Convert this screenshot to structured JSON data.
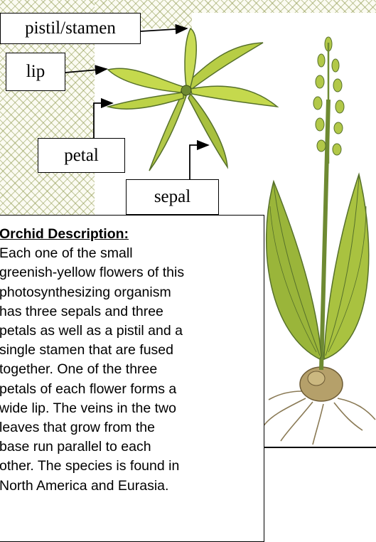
{
  "labels": {
    "pistil_stamen": "pistil/stamen",
    "lip": "lip",
    "petal": "petal",
    "sepal": "sepal"
  },
  "description": {
    "title": "Orchid Description:",
    "lines": [
      "Each one of the small",
      "greenish-yellow flowers of this",
      "photosynthesizing organism",
      "has three sepals and three",
      "petals as well as a pistil and a",
      "single stamen that are fused",
      "together. One of the three",
      "petals of each flower forms a",
      "wide lip. The veins in the two",
      "leaves that grow from the",
      "base run parallel to each",
      "other. The species is found in",
      "North America and Eurasia."
    ]
  },
  "colors": {
    "plant_green": "#9ab53a",
    "plant_dark": "#56702a",
    "flower_yellow": "#c5d94d",
    "pattern_olive": "#96a05a"
  }
}
